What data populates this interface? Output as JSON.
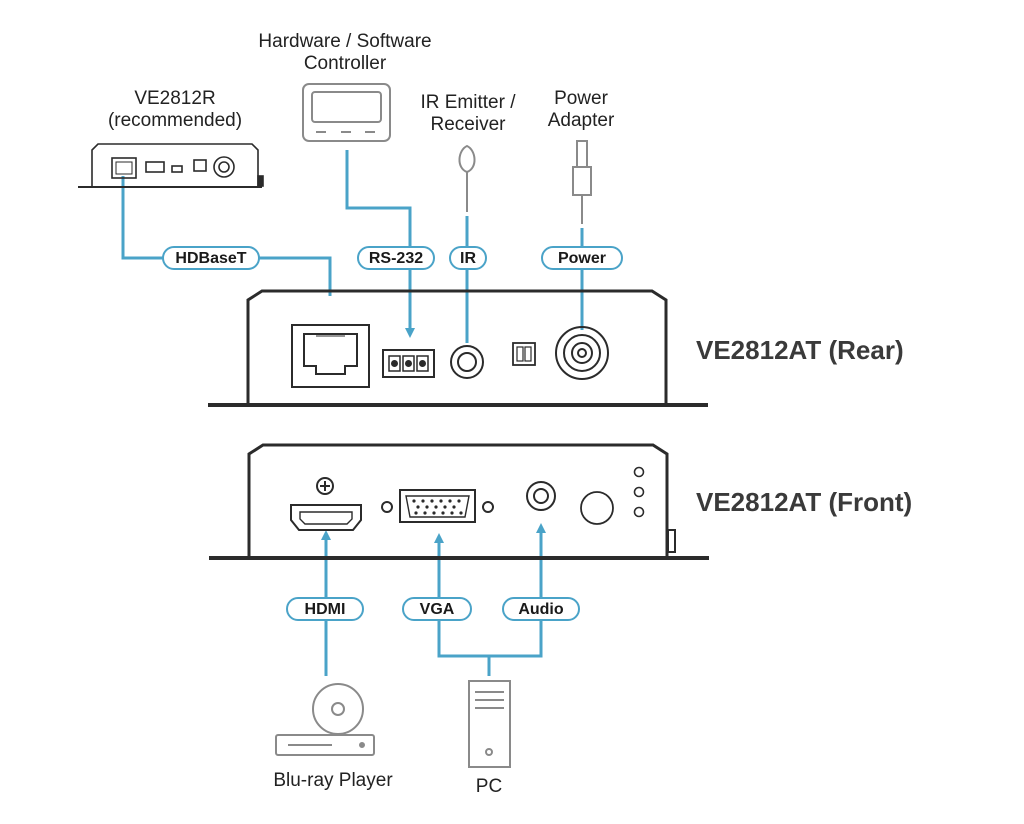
{
  "colors": {
    "cable": "#4aa3c8",
    "device": "#2b2b2b",
    "peripheral": "#8a8a8a"
  },
  "labels": {
    "receiver": "VE2812R\n(recommended)",
    "controller": "Hardware / Software\nController",
    "ir_emitter": "IR Emitter /\nReceiver",
    "power_adapter": "Power\nAdapter",
    "bluray": "Blu-ray Player",
    "pc": "PC"
  },
  "devices": {
    "rear": "VE2812AT (Rear)",
    "front": "VE2812AT (Front)"
  },
  "connections": {
    "hdbaset": "HDBaseT",
    "rs232": "RS-232",
    "ir": "IR",
    "power": "Power",
    "hdmi": "HDMI",
    "vga": "VGA",
    "audio": "Audio"
  },
  "icons": [
    "ve2812r-device-icon",
    "controller-icon",
    "ir-emitter-icon",
    "power-adapter-icon",
    "bluray-player-icon",
    "pc-tower-icon",
    "rj45-port-icon",
    "rs232-terminal-icon",
    "ir-jack-icon",
    "dip-switch-icon",
    "power-jack-icon",
    "hdmi-port-icon",
    "vga-port-icon",
    "audio-jack-icon",
    "ir-sensor-icon",
    "led-indicator-icon"
  ]
}
